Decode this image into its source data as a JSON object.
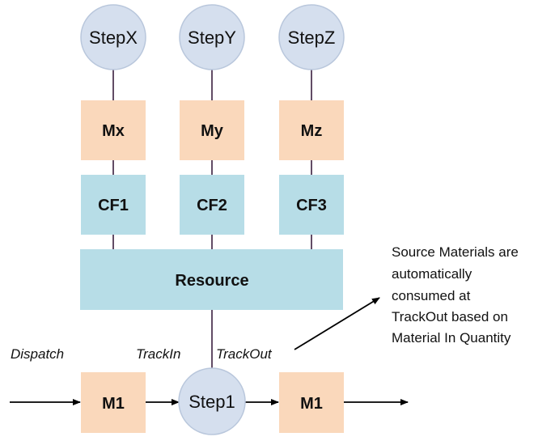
{
  "colors": {
    "circle_fill": "#d5dfee",
    "circle_stroke": "#b9c7dc",
    "material_fill": "#fad8bb",
    "carrier_fill": "#b7dde7",
    "resource_fill": "#b7dde7",
    "connector": "#3b1f3f",
    "arrow": "#000000"
  },
  "steps_top": [
    "StepX",
    "StepY",
    "StepZ"
  ],
  "materials_top": [
    "Mx",
    "My",
    "Mz"
  ],
  "carriers": [
    "CF1",
    "CF2",
    "CF3"
  ],
  "resource": "Resource",
  "bottom": {
    "dispatch": "Dispatch",
    "track_in": "TrackIn",
    "track_out": "TrackOut",
    "material_in": "M1",
    "step": "Step1",
    "material_out": "M1"
  },
  "note": [
    "Source Materials are",
    "automatically",
    "consumed at",
    "TrackOut based on",
    "Material In Quantity"
  ]
}
